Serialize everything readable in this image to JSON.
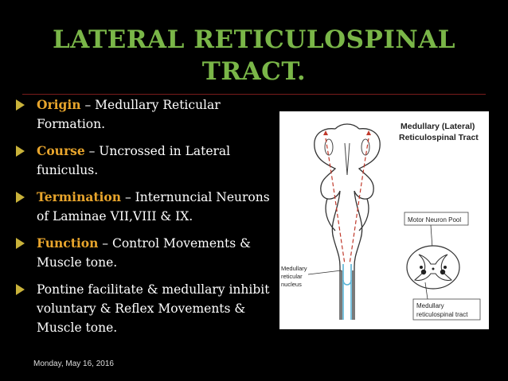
{
  "title": {
    "line1": "LATERAL RETICULOSPINAL",
    "line2": "TRACT."
  },
  "bullets": [
    {
      "term": "Origin",
      "text": " – Medullary Reticular Formation."
    },
    {
      "term": "Course",
      "text": " – Uncrossed in Lateral funiculus."
    },
    {
      "term": "Termination",
      "text": " – Internuncial Neurons of Laminae VII,VIII & IX."
    },
    {
      "term": "Function",
      "text": " – Control Movements & Muscle tone."
    },
    {
      "term": "",
      "text": "Pontine facilitate & medullary inhibit voluntary & Reflex Movements & Muscle tone."
    }
  ],
  "figure": {
    "title_line1": "Medullary (Lateral)",
    "title_line2": "Reticulospinal Tract",
    "label_motor_pool": "Motor Neuron Pool",
    "label_nucleus_1": "Medullary",
    "label_nucleus_2": "reticular",
    "label_nucleus_3": "nucleus",
    "label_tract_1": "Medullary",
    "label_tract_2": "reticulospinal tract"
  },
  "footer": {
    "date": "Monday, May 16, 2016"
  },
  "colors": {
    "background": "#000000",
    "title": "#7ab648",
    "term": "#e8a52c",
    "bullet": "#c9b23a",
    "tract_red": "#c0392b",
    "nucleus_blue": "#5ab4d6"
  }
}
